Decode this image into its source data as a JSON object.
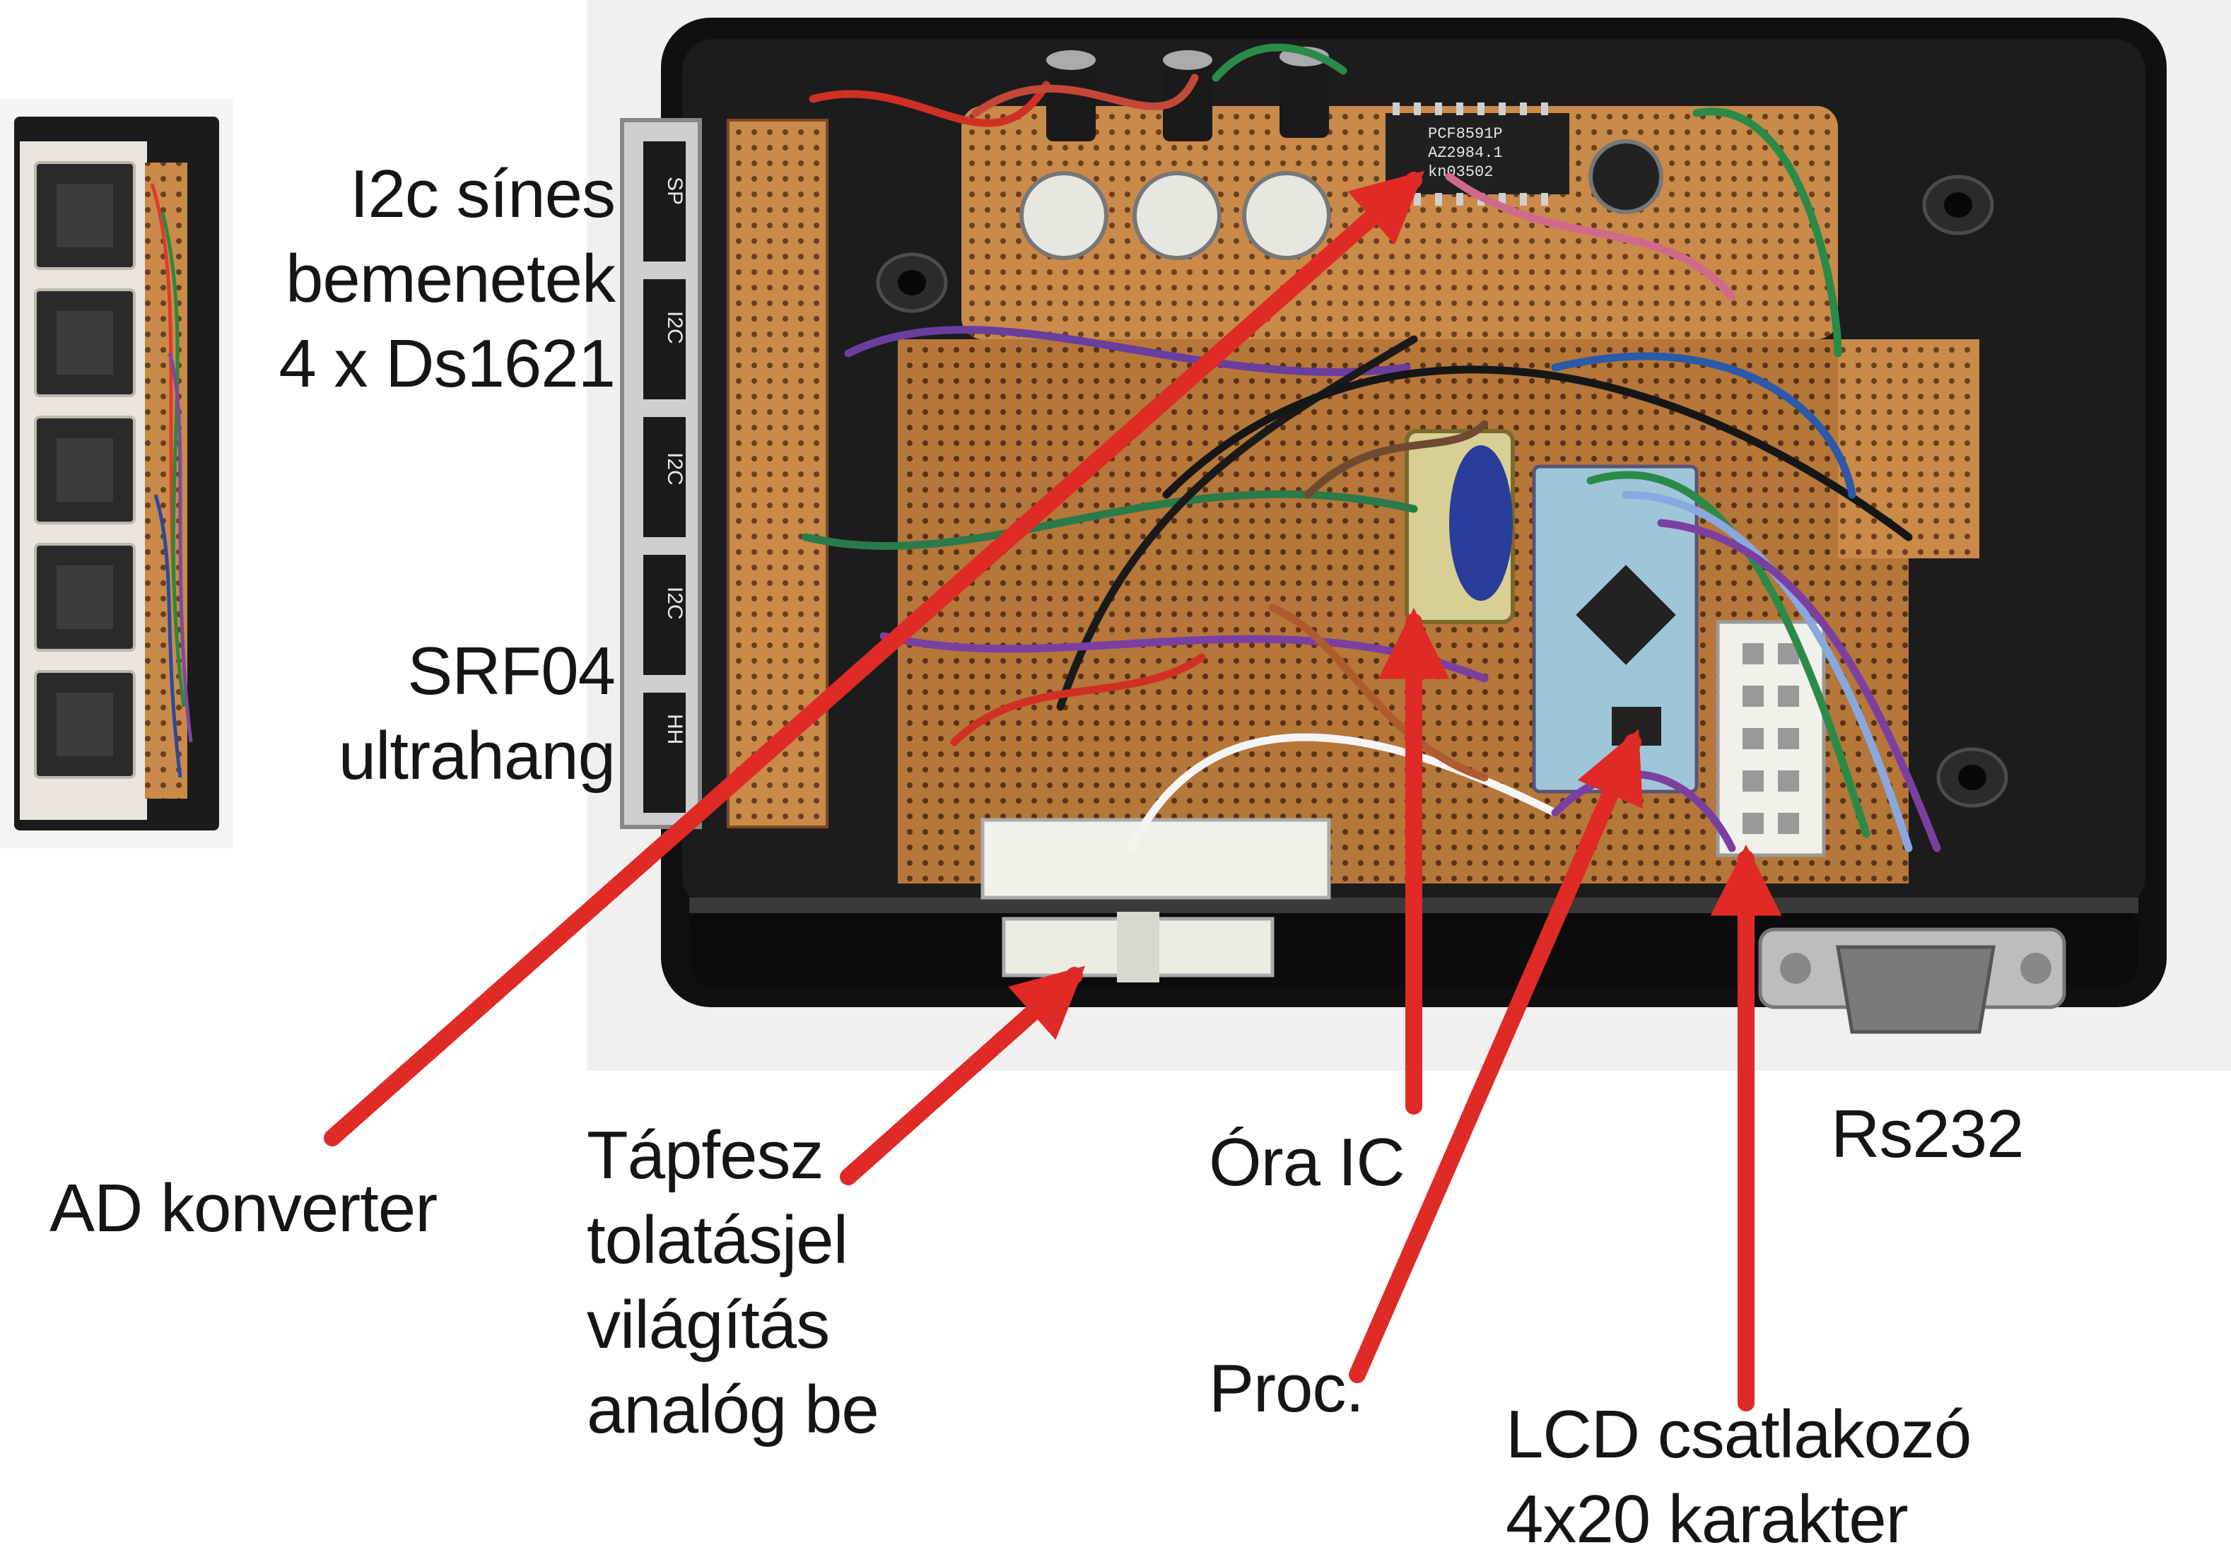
{
  "labels": {
    "i2c_inputs": [
      "I2c sínes",
      "bemenetek",
      "4 x Ds1621"
    ],
    "srf04": [
      "SRF04",
      "ultrahang"
    ],
    "ad_converter": "AD konverter",
    "power_inputs": [
      "Tápfesz",
      "tolatásjel",
      "világítás",
      "analóg be"
    ],
    "clock_ic": "Óra IC",
    "processor": "Proc.",
    "lcd_connector": [
      "LCD csatlakozó",
      "4x20 karakter"
    ],
    "rs232": "Rs232"
  },
  "chip_marking": [
    "PCF8591P",
    "AZ2984.1",
    "kn03502"
  ],
  "rail_labels": [
    "SP",
    "I2C",
    "I2C",
    "I2C",
    "HH"
  ],
  "colors": {
    "background": "#ffffff",
    "arrow": "#e02a26",
    "enclosure": "#111111",
    "perfboard": "#c98a4a",
    "connector": "#f2f0ea",
    "text": "#151515"
  }
}
